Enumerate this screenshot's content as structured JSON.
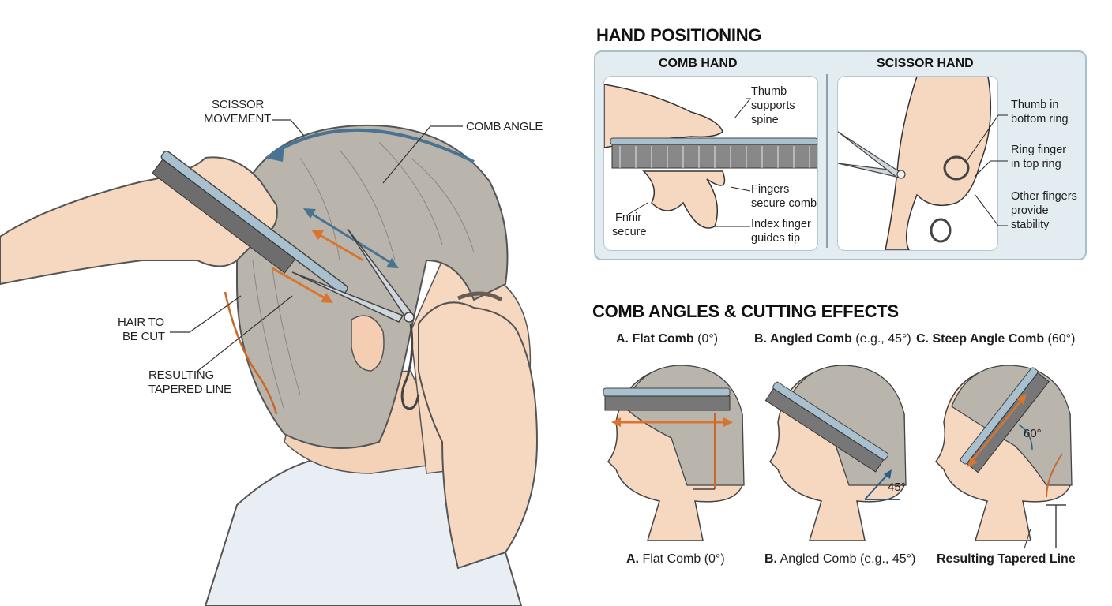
{
  "main_illustration": {
    "labels": {
      "scissor_movement_1": "SCISSOR",
      "scissor_movement_2": "MOVEMENT",
      "comb_angle": "COMB ANGLE",
      "hair_to_be_cut_1": "HAIR TO",
      "hair_to_be_cut_2": "BE CUT",
      "resulting_tapered_line_1": "RESULTING",
      "resulting_tapered_line_2": "TAPERED LINE"
    },
    "colors": {
      "arrow_blue": "#4a7391",
      "arrow_orange": "#d9752e",
      "hair": "#b7b2aa",
      "skin": "#f6d7bf",
      "comb": "#a9c0cf"
    }
  },
  "hand_positioning": {
    "title": "HAND POSITIONING",
    "comb_hand": {
      "title": "COMB HAND",
      "notes": {
        "thumb_1": "Thumb",
        "thumb_2": "supports",
        "thumb_3": "spine",
        "fingers_1": "Fingers",
        "fingers_2": "secure comb",
        "index_1": "Index finger",
        "index_2": "guides tip",
        "fnnir_1": "Fnnir",
        "fnnir_2": "secure"
      }
    },
    "scissor_hand": {
      "title": "SCISSOR HAND",
      "notes": {
        "thumb_1": "Thumb in",
        "thumb_2": "bottom ring",
        "ring_1": "Ring finger",
        "ring_2": "in top ring",
        "other_1": "Other fingers",
        "other_2": "provide",
        "other_3": "stability"
      }
    }
  },
  "comb_angles": {
    "title": "COMB ANGLES & CUTTING EFFECTS",
    "headers": [
      {
        "bold": "A. Flat Comb",
        "normal": " (0°)"
      },
      {
        "bold": "B. Angled Comb",
        "normal": " (e.g., 45°)"
      },
      {
        "bold": "C. Steep Angle Comb",
        "normal": " (60°)"
      }
    ],
    "angle_labels": {
      "b": "45°",
      "c": "60°"
    },
    "captions": [
      {
        "bold": "A.",
        "normal": " Flat Comb (0°)"
      },
      {
        "bold": "B.",
        "normal": " Angled Comb (e.g., 45°)"
      },
      {
        "bold": "Resulting Tapered Line",
        "normal": ""
      }
    ]
  }
}
